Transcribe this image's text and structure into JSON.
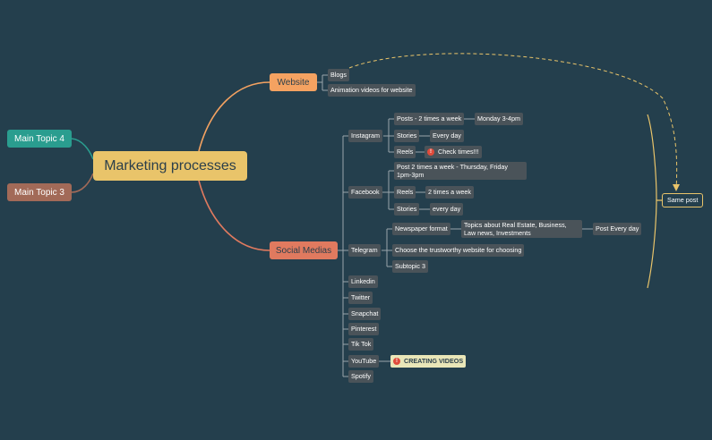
{
  "central": "Marketing processes",
  "topics": {
    "website": "Website",
    "social": "Social Medias",
    "main4": "Main Topic 4",
    "main3": "Main Topic 3"
  },
  "website_items": [
    "Blogs",
    "Animation videos for website"
  ],
  "instagram": {
    "label": "Instagram",
    "posts": "Posts - 2 times a week",
    "posts_time": "Monday 3-4pm",
    "stories": "Stories",
    "stories_freq": "Every day",
    "reels": "Reels",
    "reels_note": "Check times!!!"
  },
  "facebook": {
    "label": "Facebook",
    "post": "Post 2 times a week - Thursday, Friday 1pm-3pm",
    "reels": "Reels",
    "reels_freq": "2 times a week",
    "stories": "Stories",
    "stories_freq": "every day"
  },
  "telegram": {
    "label": "Telegram",
    "newspaper": "Newspaper format",
    "topics": "Topics about Real Estate, Business, Law news, Investments",
    "post_every_day": "Post Every day",
    "choose": "Choose the trustworthy website for choosing",
    "subtopic": "Subtopic 3"
  },
  "other_platforms": [
    "Linkedin",
    "Twitter",
    "Snapchat",
    "Pinterest",
    "Tik Tok",
    "YouTube",
    "Spotify"
  ],
  "youtube_note": "CREATING VIDEOS",
  "summary": "Same post",
  "colors": {
    "background": "#243f4d",
    "central": "#e9c46a",
    "website": "#f4a261",
    "social": "#e07a5f",
    "main4": "#2a9d8f",
    "main3": "#a26a58",
    "leaf": "#4a5359",
    "alert": "#e04b3b"
  }
}
